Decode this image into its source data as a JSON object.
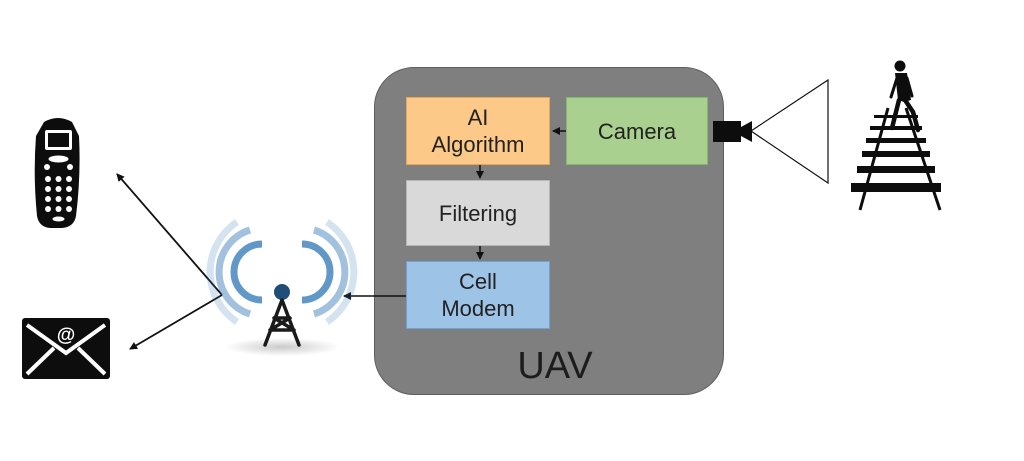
{
  "diagram": {
    "uav_label": "UAV",
    "blocks": {
      "ai_algorithm": "AI\nAlgorithm",
      "camera": "Camera",
      "filtering": "Filtering",
      "cell_modem": "Cell\nModem"
    },
    "icons": [
      "cell-phone-icon",
      "email-icon",
      "cell-tower-icon",
      "video-camera-icon",
      "person-on-tracks-icon"
    ],
    "colors": {
      "uav_body": "#7f7f7f",
      "ai_algorithm": "#fcc988",
      "camera": "#a9d08e",
      "filtering": "#d9d9d9",
      "cell_modem": "#9dc3e6",
      "signal": "#2e75b6"
    }
  }
}
